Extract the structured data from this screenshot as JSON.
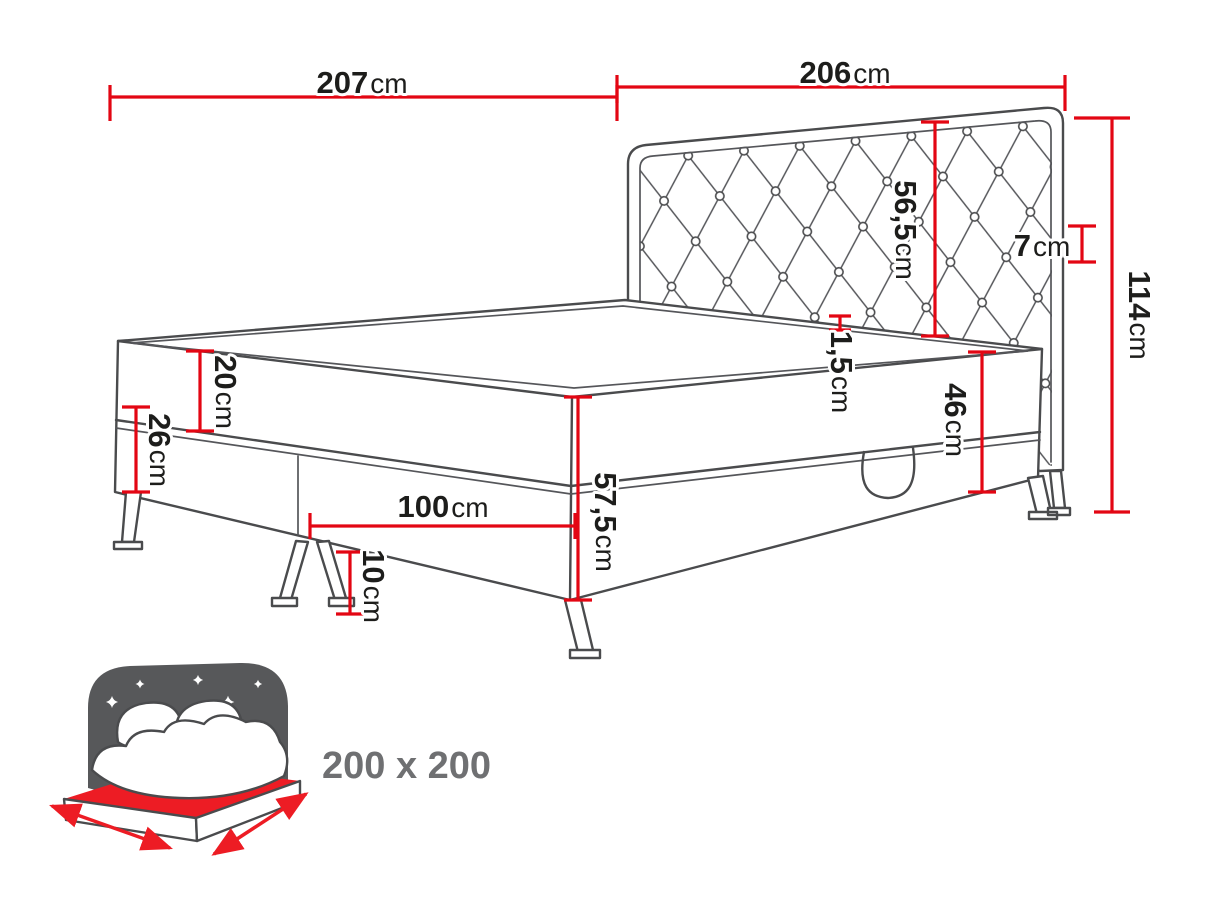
{
  "page": {
    "background": "#ffffff"
  },
  "colors": {
    "dimension_line": "#e30613",
    "drawing_outline": "#4a4b4d",
    "label_text": "#1d1d1b",
    "icon_night_gray": "#57585a",
    "icon_mattress_red": "#ed1c24",
    "icon_size_text": "#6f7072"
  },
  "dimensions": {
    "top_width": {
      "value": "207",
      "unit": "cm"
    },
    "headboard_width": {
      "value": "206",
      "unit": "cm"
    },
    "total_height": {
      "value": "114",
      "unit": "cm"
    },
    "headboard_depth": {
      "value": "7",
      "unit": "cm"
    },
    "headboard_height": {
      "value": "56,5",
      "unit": "cm"
    },
    "topper_height": {
      "value": "1,5",
      "unit": "cm"
    },
    "mattress_height": {
      "value": "20",
      "unit": "cm"
    },
    "base_left_height": {
      "value": "26",
      "unit": "cm"
    },
    "side_height": {
      "value": "46",
      "unit": "cm"
    },
    "half_length": {
      "value": "100",
      "unit": "cm"
    },
    "front_height": {
      "value": "57,5",
      "unit": "cm"
    },
    "leg_height": {
      "value": "10",
      "unit": "cm"
    }
  },
  "badge": {
    "bed_size": "200 x 200"
  }
}
